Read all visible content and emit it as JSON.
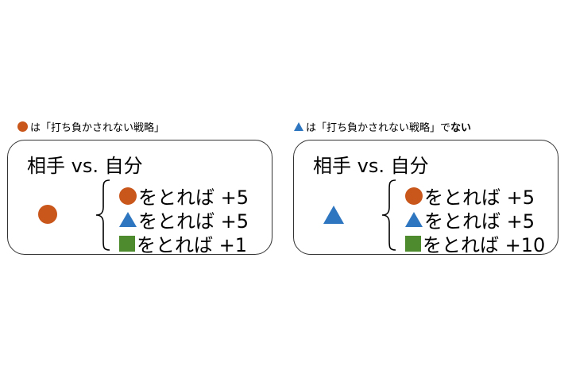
{
  "colors": {
    "circle": "#C9561B",
    "triangle": "#2E76C0",
    "square": "#4E8A2E"
  },
  "left": {
    "caption": {
      "mark": "circle",
      "text": "は「打ち負かされない戦略」"
    },
    "title": "相手 vs. 自分",
    "self_mark": "circle",
    "rows": [
      {
        "mark": "circle",
        "text": "をとれば +5"
      },
      {
        "mark": "triangle",
        "text": "をとれば +5"
      },
      {
        "mark": "square",
        "text": "をとれば +1"
      }
    ]
  },
  "right": {
    "caption": {
      "mark": "triangle",
      "text": "は「打ち負かされない戦略」で",
      "bold_text": "ない"
    },
    "title": "相手 vs. 自分",
    "self_mark": "triangle",
    "rows": [
      {
        "mark": "circle",
        "text": "をとれば +5"
      },
      {
        "mark": "triangle",
        "text": "をとれば +5"
      },
      {
        "mark": "square",
        "text": "をとれば +10"
      }
    ]
  }
}
